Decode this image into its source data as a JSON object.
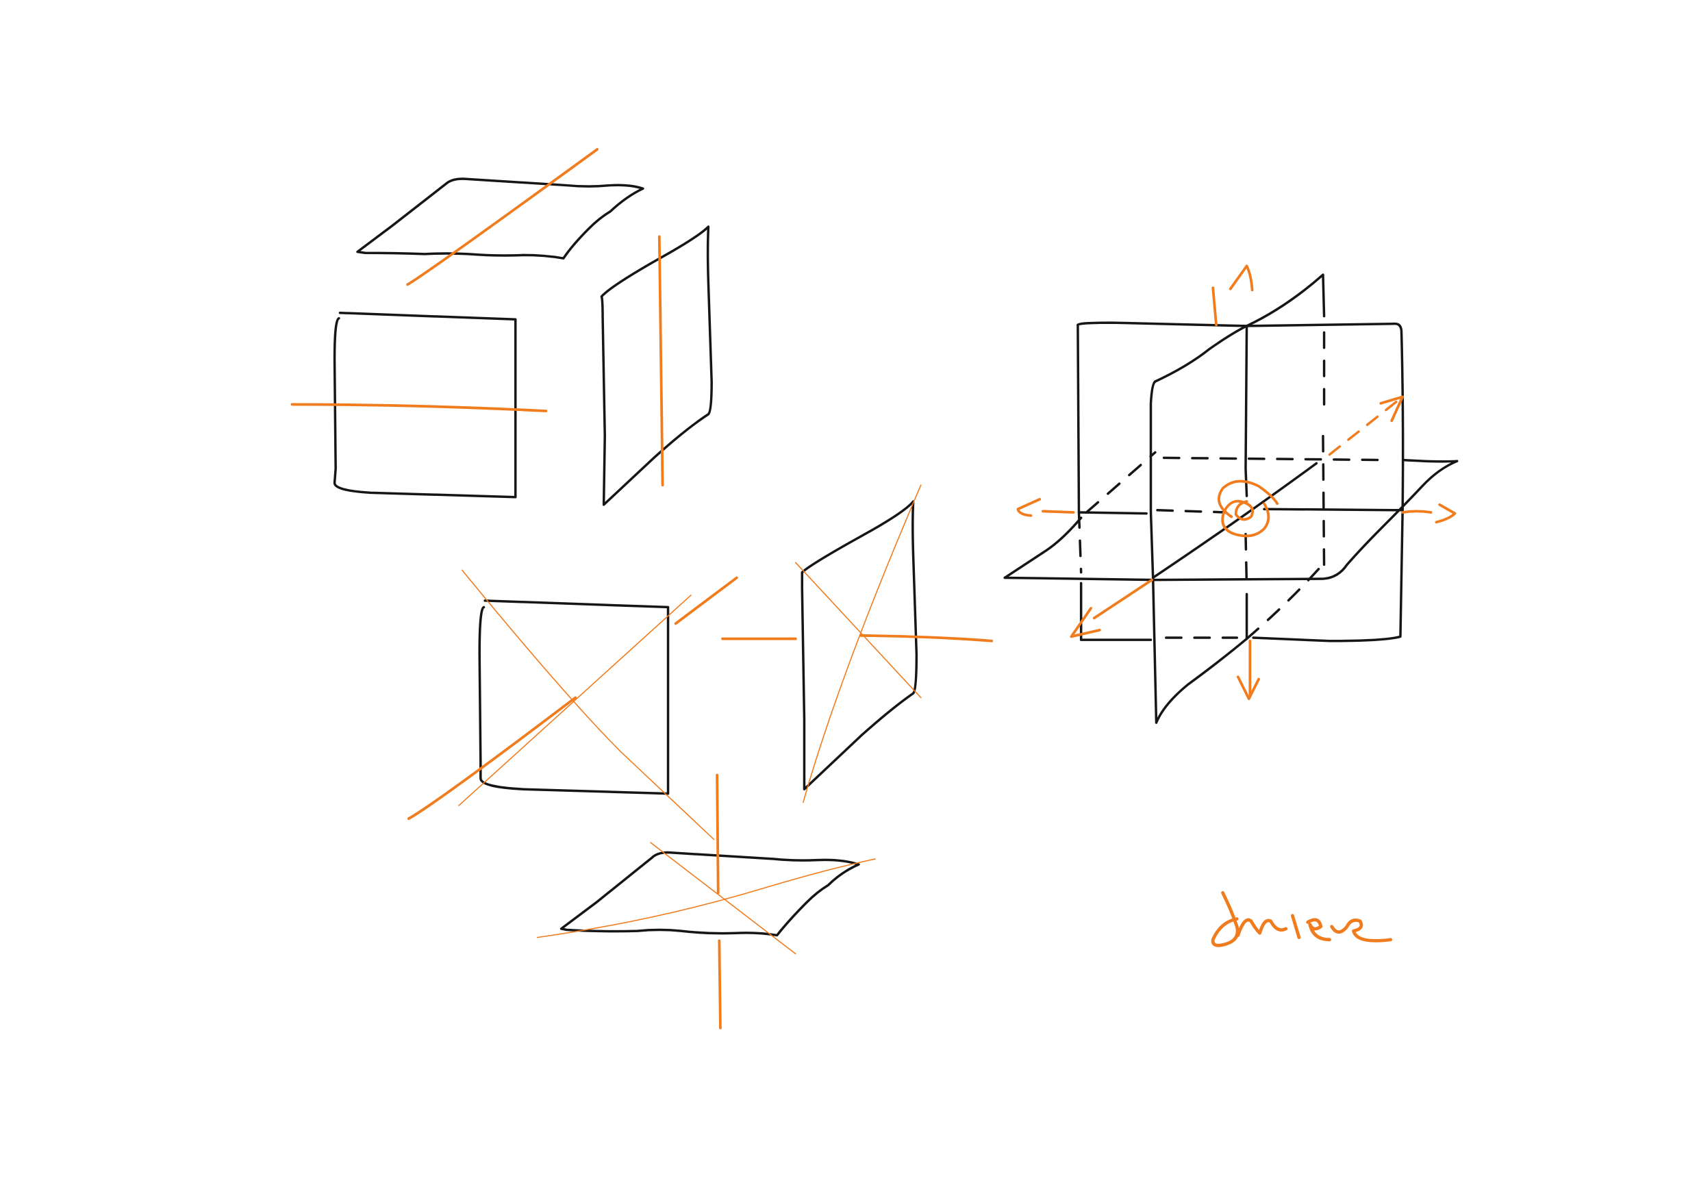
{
  "drawing": {
    "stroke_color": "#161616",
    "accent_color": "#f07c1e",
    "background": "#ffffff",
    "signature": "Jnereue",
    "figures": [
      {
        "name": "top-plane-with-axis",
        "icon": "plane-horizontal-icon"
      },
      {
        "name": "front-plane-with-axis",
        "icon": "plane-front-icon"
      },
      {
        "name": "side-plane-with-axis",
        "icon": "plane-side-icon"
      },
      {
        "name": "front-plane-with-diagonals",
        "icon": "plane-front-icon"
      },
      {
        "name": "side-plane-with-diagonals",
        "icon": "plane-side-icon"
      },
      {
        "name": "bottom-plane-with-diagonals",
        "icon": "plane-horizontal-icon"
      },
      {
        "name": "three-plane-assembly",
        "icon": "axes-3d-icon"
      }
    ]
  }
}
